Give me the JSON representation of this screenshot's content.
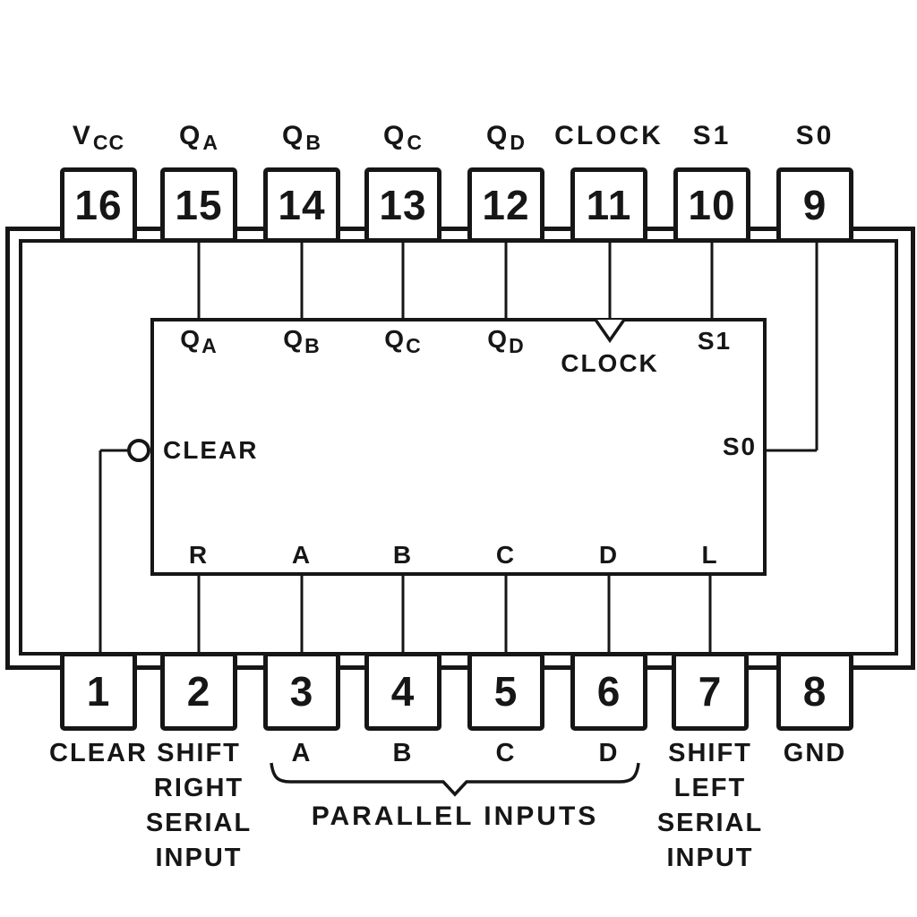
{
  "pins": {
    "top": [
      {
        "number": "16",
        "label": {
          "main": "V",
          "sub": "CC"
        }
      },
      {
        "number": "15",
        "label": {
          "main": "Q",
          "sub": "A"
        }
      },
      {
        "number": "14",
        "label": {
          "main": "Q",
          "sub": "B"
        }
      },
      {
        "number": "13",
        "label": {
          "main": "Q",
          "sub": "C"
        }
      },
      {
        "number": "12",
        "label": {
          "main": "Q",
          "sub": "D"
        }
      },
      {
        "number": "11",
        "label": {
          "main": "CLOCK"
        }
      },
      {
        "number": "10",
        "label": {
          "main": "S1"
        }
      },
      {
        "number": "9",
        "label": {
          "main": "S0"
        }
      }
    ],
    "bottom": [
      {
        "number": "1",
        "lines": [
          "CLEAR"
        ]
      },
      {
        "number": "2",
        "lines": [
          "SHIFT",
          "RIGHT",
          "SERIAL",
          "INPUT"
        ]
      },
      {
        "number": "3",
        "lines": [
          "A"
        ]
      },
      {
        "number": "4",
        "lines": [
          "B"
        ]
      },
      {
        "number": "5",
        "lines": [
          "C"
        ]
      },
      {
        "number": "6",
        "lines": [
          "D"
        ]
      },
      {
        "number": "7",
        "lines": [
          "SHIFT",
          "LEFT",
          "SERIAL",
          "INPUT"
        ]
      },
      {
        "number": "8",
        "lines": [
          "GND"
        ]
      }
    ]
  },
  "logic_box": {
    "top_labels": [
      {
        "main": "Q",
        "sub": "A"
      },
      {
        "main": "Q",
        "sub": "B"
      },
      {
        "main": "Q",
        "sub": "C"
      },
      {
        "main": "Q",
        "sub": "D"
      },
      {
        "main": "CLOCK"
      },
      {
        "main": "S1"
      }
    ],
    "left_label": "CLEAR",
    "right_label": "S0",
    "bottom_labels": [
      "R",
      "A",
      "B",
      "C",
      "D",
      "L"
    ]
  },
  "annotations": {
    "parallel_inputs": "PARALLEL INPUTS"
  },
  "colors": {
    "ink": "#161616",
    "paper": "#ffffff"
  }
}
